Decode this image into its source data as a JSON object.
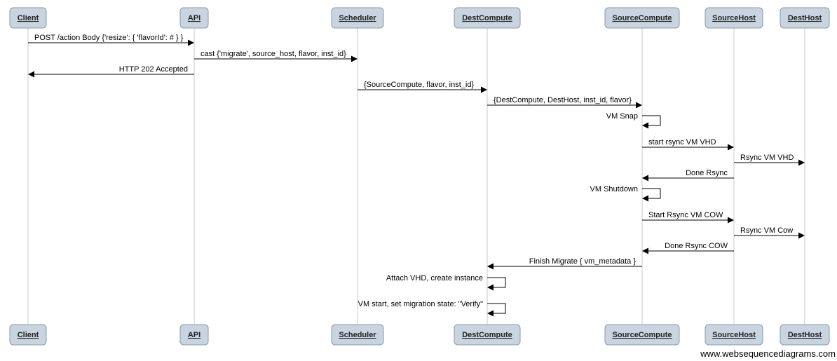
{
  "participants": [
    {
      "id": "client",
      "label": "Client"
    },
    {
      "id": "api",
      "label": "API"
    },
    {
      "id": "scheduler",
      "label": "Scheduler"
    },
    {
      "id": "destcompute",
      "label": "DestCompute"
    },
    {
      "id": "sourcecompute",
      "label": "SourceCompute"
    },
    {
      "id": "sourcehost",
      "label": "SourceHost"
    },
    {
      "id": "desthost",
      "label": "DestHost"
    }
  ],
  "messages": [
    {
      "from": "client",
      "to": "api",
      "label": "POST /action Body {'resize': { 'flavorId': # } }"
    },
    {
      "from": "api",
      "to": "scheduler",
      "label": "cast {'migrate', source_host, flavor, inst_id}"
    },
    {
      "from": "api",
      "to": "client",
      "label": "HTTP 202 Accepted"
    },
    {
      "from": "scheduler",
      "to": "destcompute",
      "label": "{SourceCompute, flavor, inst_id}"
    },
    {
      "from": "destcompute",
      "to": "sourcecompute",
      "label": "{DestCompute, DestHost, inst_id, flavor}"
    },
    {
      "from": "sourcecompute",
      "to": "sourcecompute",
      "label": "VM Snap"
    },
    {
      "from": "sourcecompute",
      "to": "sourcehost",
      "label": "start rsync VM VHD"
    },
    {
      "from": "sourcehost",
      "to": "desthost",
      "label": "Rsync VM VHD"
    },
    {
      "from": "sourcehost",
      "to": "sourcecompute",
      "label": "Done Rsync"
    },
    {
      "from": "sourcecompute",
      "to": "sourcecompute",
      "label": "VM Shutdown"
    },
    {
      "from": "sourcecompute",
      "to": "sourcehost",
      "label": "Start Rsync VM COW"
    },
    {
      "from": "sourcehost",
      "to": "desthost",
      "label": "Rsync VM Cow"
    },
    {
      "from": "sourcehost",
      "to": "sourcecompute",
      "label": "Done Rsync COW"
    },
    {
      "from": "sourcecompute",
      "to": "destcompute",
      "label": "Finish Migrate { vm_metadata }"
    },
    {
      "from": "destcompute",
      "to": "destcompute",
      "label": "Attach VHD, create instance"
    },
    {
      "from": "destcompute",
      "to": "destcompute",
      "label": "VM start, set migration state: \"Verify\""
    }
  ],
  "watermark": "www.websequencediagrams.com"
}
